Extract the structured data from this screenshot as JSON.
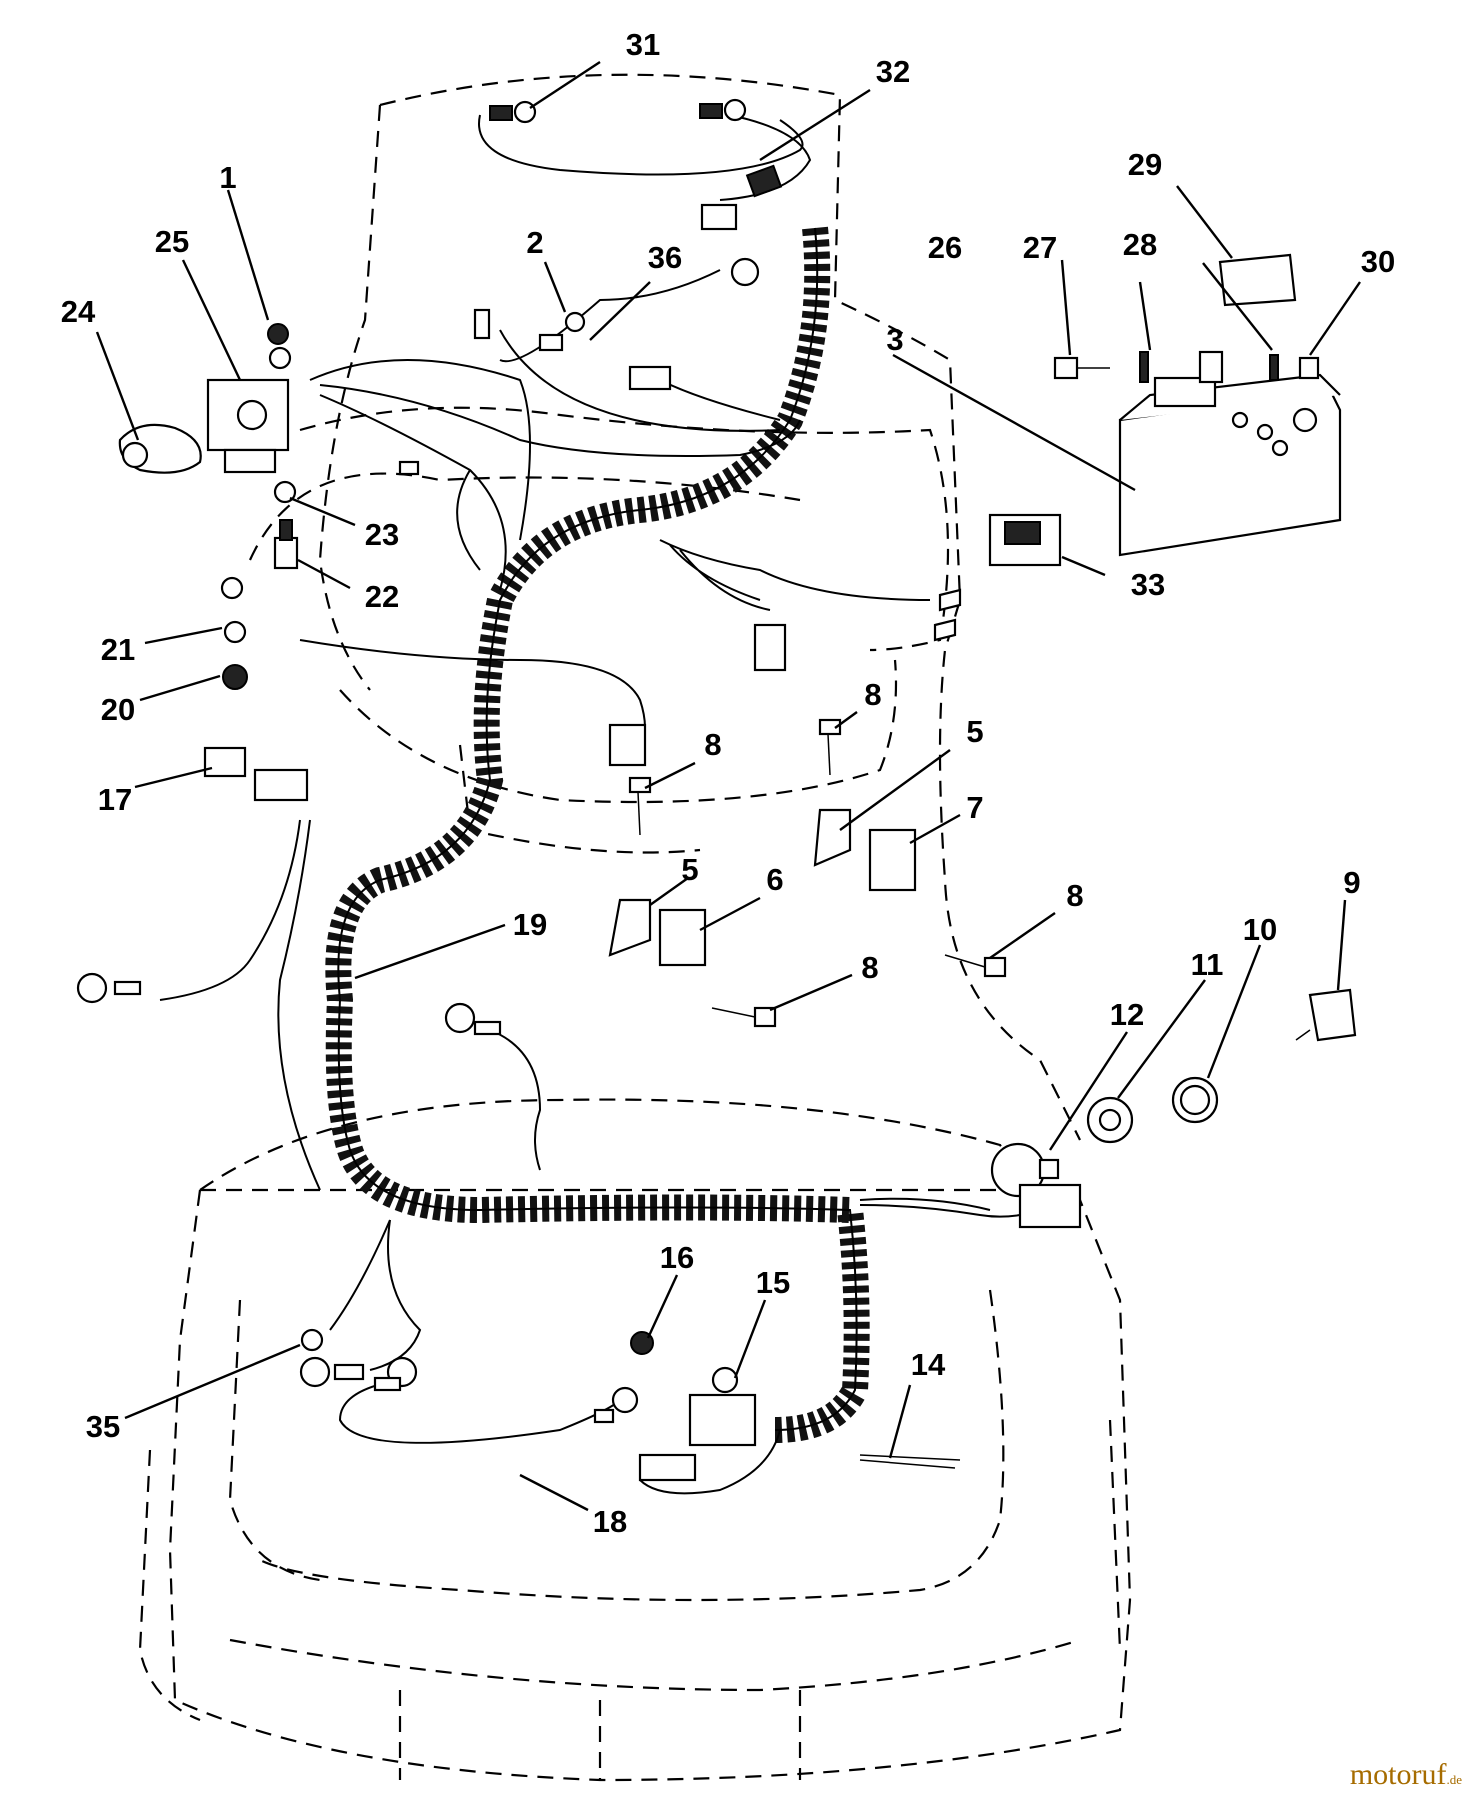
{
  "labels": [
    "1",
    "2",
    "3",
    "5",
    "5",
    "6",
    "7",
    "8",
    "8",
    "8",
    "8",
    "9",
    "10",
    "11",
    "12",
    "14",
    "15",
    "16",
    "17",
    "18",
    "19",
    "20",
    "21",
    "22",
    "23",
    "24",
    "25",
    "26",
    "27",
    "28",
    "29",
    "30",
    "31",
    "32",
    "33",
    "35",
    "36"
  ],
  "watermark": {
    "name": "motoruf",
    "tld": ".de"
  }
}
